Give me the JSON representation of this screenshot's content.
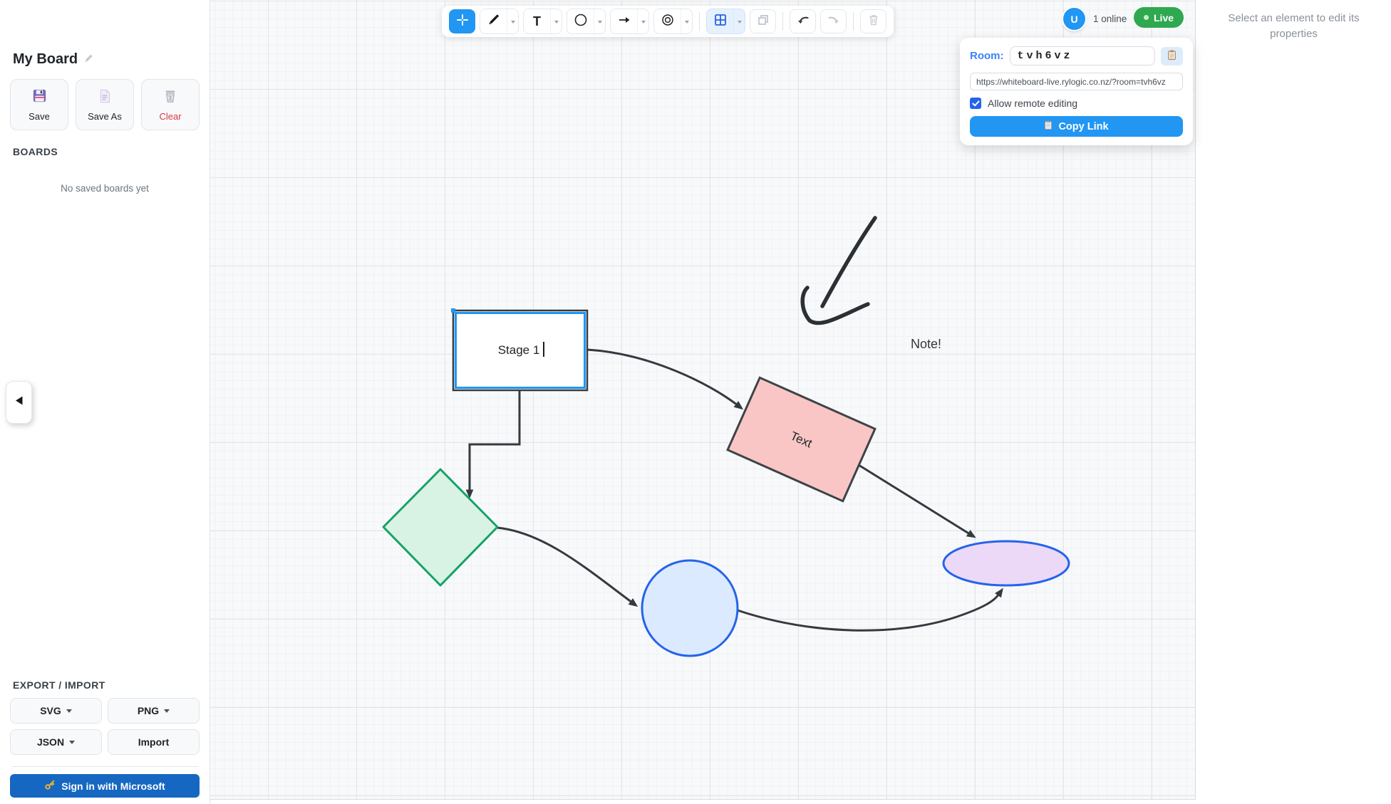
{
  "sidebar": {
    "board_title": "My Board",
    "actions": [
      {
        "label": "Save",
        "icon": "floppy-icon"
      },
      {
        "label": "Save As",
        "icon": "document-icon"
      },
      {
        "label": "Clear",
        "icon": "trash-icon"
      }
    ],
    "boards_heading": "BOARDS",
    "boards_empty_text": "No saved boards yet",
    "export_heading": "EXPORT / IMPORT",
    "export_buttons": [
      {
        "label": "SVG",
        "has_dropdown": true
      },
      {
        "label": "PNG",
        "has_dropdown": true
      },
      {
        "label": "JSON",
        "has_dropdown": true
      },
      {
        "label": "Import",
        "has_dropdown": false
      }
    ],
    "signin_label": "Sign in with Microsoft"
  },
  "toolbar": {
    "text_tool_glyph": "T",
    "tools": [
      "select-tool",
      "pen-tool",
      "text-tool",
      "ellipse-tool",
      "arrow-tool",
      "spiral-tool",
      "grid-tool",
      "duplicate-tool",
      "undo-tool",
      "redo-tool",
      "delete-tool"
    ],
    "active_tool": "select-tool",
    "grid_enabled": true
  },
  "presence": {
    "avatar_initial": "U",
    "online_text": "1 online",
    "live_label": "Live"
  },
  "room_panel": {
    "room_label": "Room:",
    "room_code": "tvh6vz",
    "share_url": "https://whiteboard-live.rylogic.co.nz/?room=tvh6vz",
    "allow_remote_label": "Allow remote editing",
    "allow_remote_checked": true,
    "copy_link_label": "Copy Link"
  },
  "properties_panel": {
    "placeholder_text": "Select an element to edit its properties"
  },
  "canvas": {
    "labels": {
      "stage_rect": "Stage 1",
      "pink_rect": "Text",
      "note": "Note!"
    },
    "shape_colors": {
      "diamond_fill": "#d8f3e4",
      "diamond_stroke": "#17a266",
      "circle_fill": "#dbeafe",
      "circle_stroke": "#2563eb",
      "ellipse_fill": "#ecd9f8",
      "ellipse_stroke": "#2563eb",
      "pink_fill": "#f9c6c5",
      "pink_stroke": "#3e4347"
    }
  },
  "colors": {
    "accent_blue": "#2196f3",
    "live_green": "#2fa84f",
    "signin_blue": "#1667c1",
    "danger_red": "#dc3545",
    "room_label_blue": "#3b82f6",
    "connector_ink": "#343a40",
    "freehand_ink": "#2b3035"
  }
}
